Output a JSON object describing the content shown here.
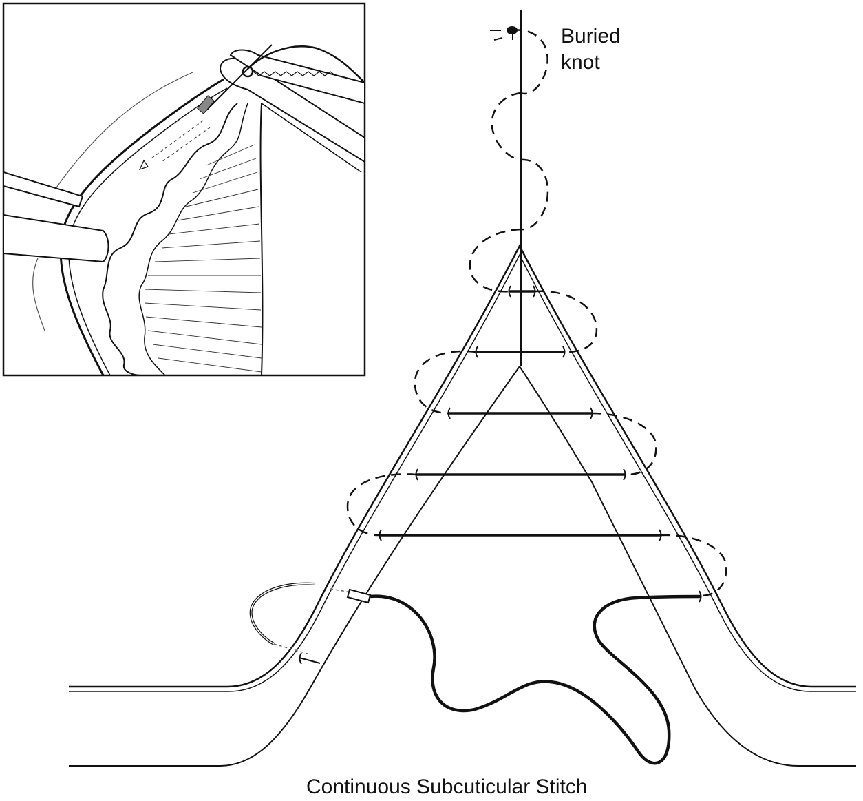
{
  "diagram": {
    "label_knot_line1": "Buried",
    "label_knot_line2": "knot",
    "caption": "Continuous Subcuticular Stitch"
  },
  "colors": {
    "ink": "#111111",
    "background": "#ffffff"
  }
}
